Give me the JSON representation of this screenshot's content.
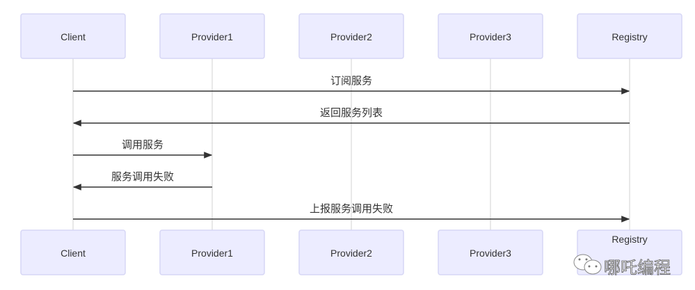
{
  "participants": [
    "Client",
    "Provider1",
    "Provider2",
    "Provider3",
    "Registry"
  ],
  "messages": [
    {
      "from": 0,
      "to": 4,
      "label": "订阅服务"
    },
    {
      "from": 4,
      "to": 0,
      "label": "返回服务列表"
    },
    {
      "from": 0,
      "to": 1,
      "label": "调用服务"
    },
    {
      "from": 1,
      "to": 0,
      "label": "服务调用失败"
    },
    {
      "from": 0,
      "to": 4,
      "label": "上报服务调用失败"
    }
  ],
  "watermark": {
    "text": "哪吒编程",
    "icon": "wechat-icon"
  }
}
